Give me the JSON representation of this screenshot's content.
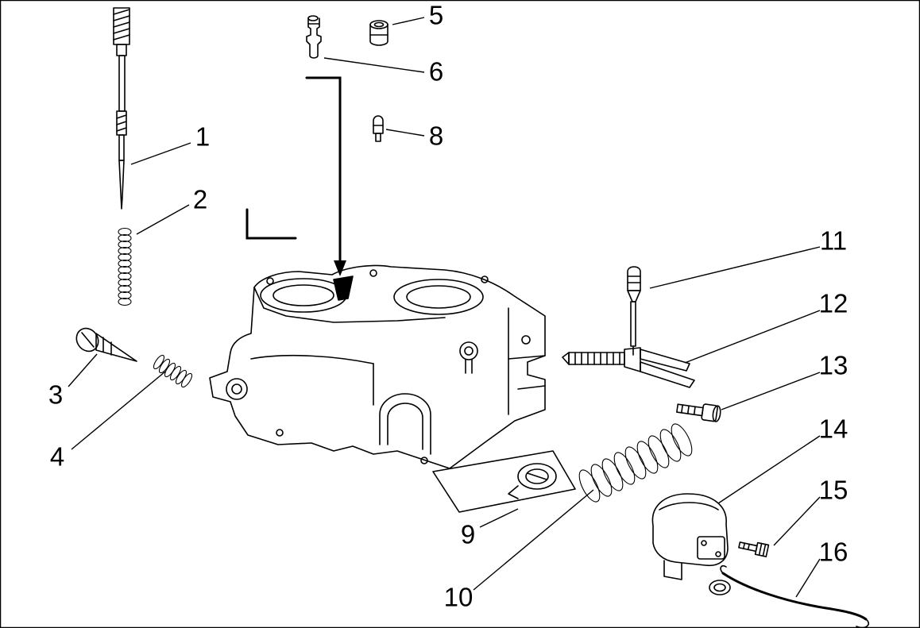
{
  "figure": {
    "kind": "exploded-parts-diagram",
    "background_color": "#ffffff",
    "line_color": "#000000",
    "callouts": [
      "1",
      "2",
      "3",
      "4",
      "5",
      "6",
      "8",
      "9",
      "10",
      "11",
      "12",
      "13",
      "14",
      "15",
      "16"
    ]
  }
}
